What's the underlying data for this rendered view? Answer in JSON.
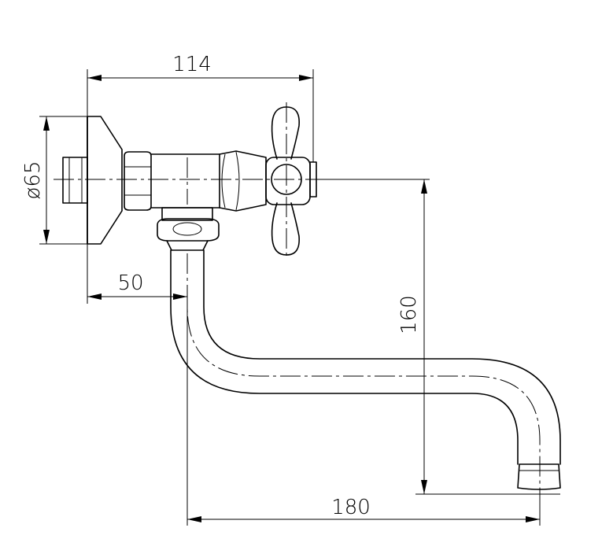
{
  "dimensions": {
    "overall_height_label": "114",
    "flange_diameter_label": "ø65",
    "wall_offset_label": "50",
    "spout_drop_label": "160",
    "spout_reach_label": "180"
  },
  "colors": {
    "line": "#000000",
    "background": "#ffffff"
  }
}
